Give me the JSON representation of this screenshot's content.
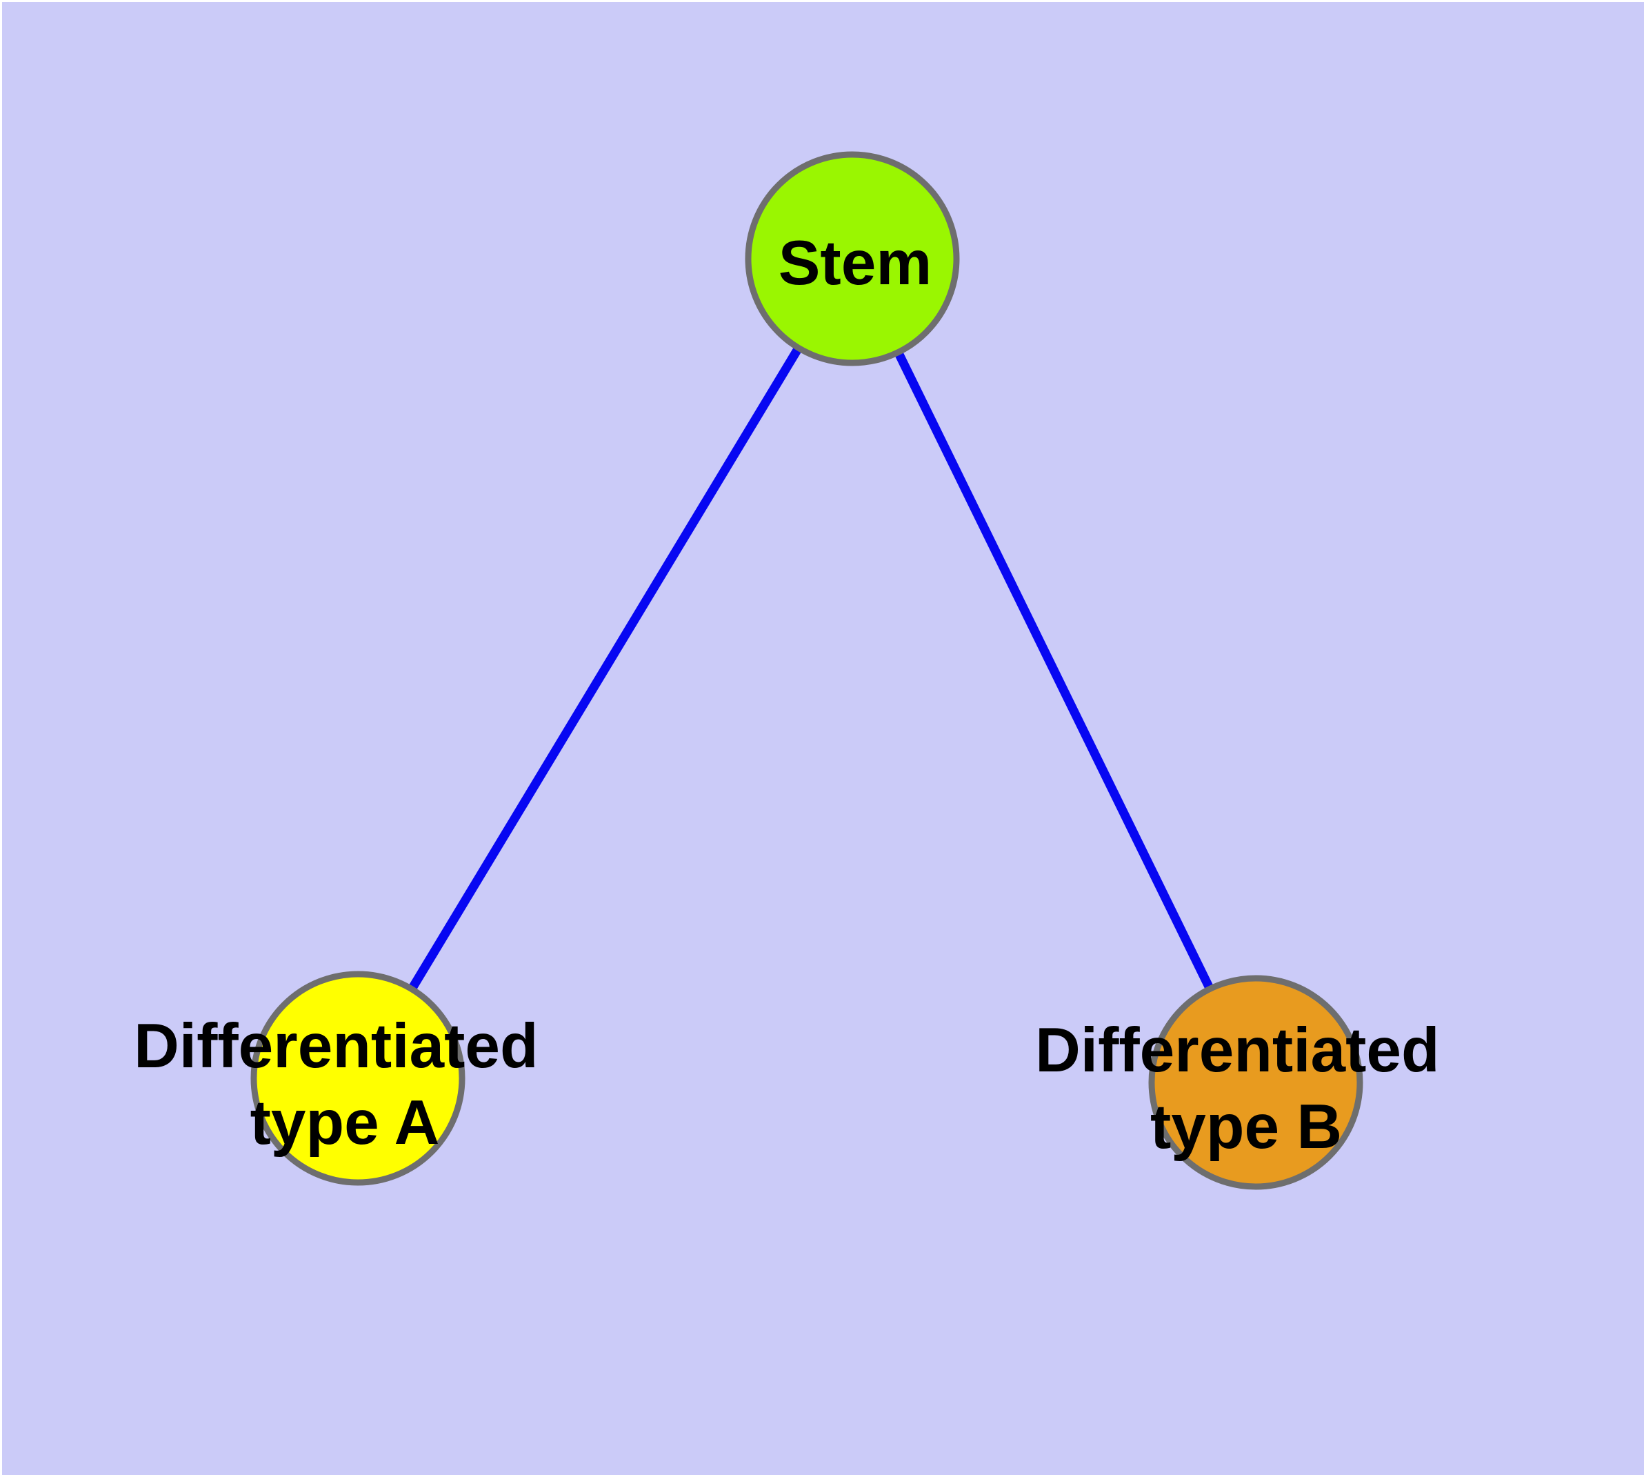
{
  "diagram": {
    "background_color": "#cbcbf8",
    "frame_color": "#ffffff",
    "edge_color": "#0707f2",
    "node_border_color": "#6e6e6e",
    "text_color": "#000000",
    "nodes": [
      {
        "id": "stem",
        "label": "Stem",
        "fill_color": "#9af601"
      },
      {
        "id": "differentiated-type-a",
        "label_line1": "Differentiated",
        "label_line2": "type A",
        "fill_color": "#ffff00"
      },
      {
        "id": "differentiated-type-b",
        "label_line1": "Differentiated",
        "label_line2": "type B",
        "fill_color": "#e89b1f"
      }
    ],
    "edges": [
      {
        "from": "stem",
        "to": "differentiated-type-a"
      },
      {
        "from": "stem",
        "to": "differentiated-type-b"
      }
    ]
  }
}
